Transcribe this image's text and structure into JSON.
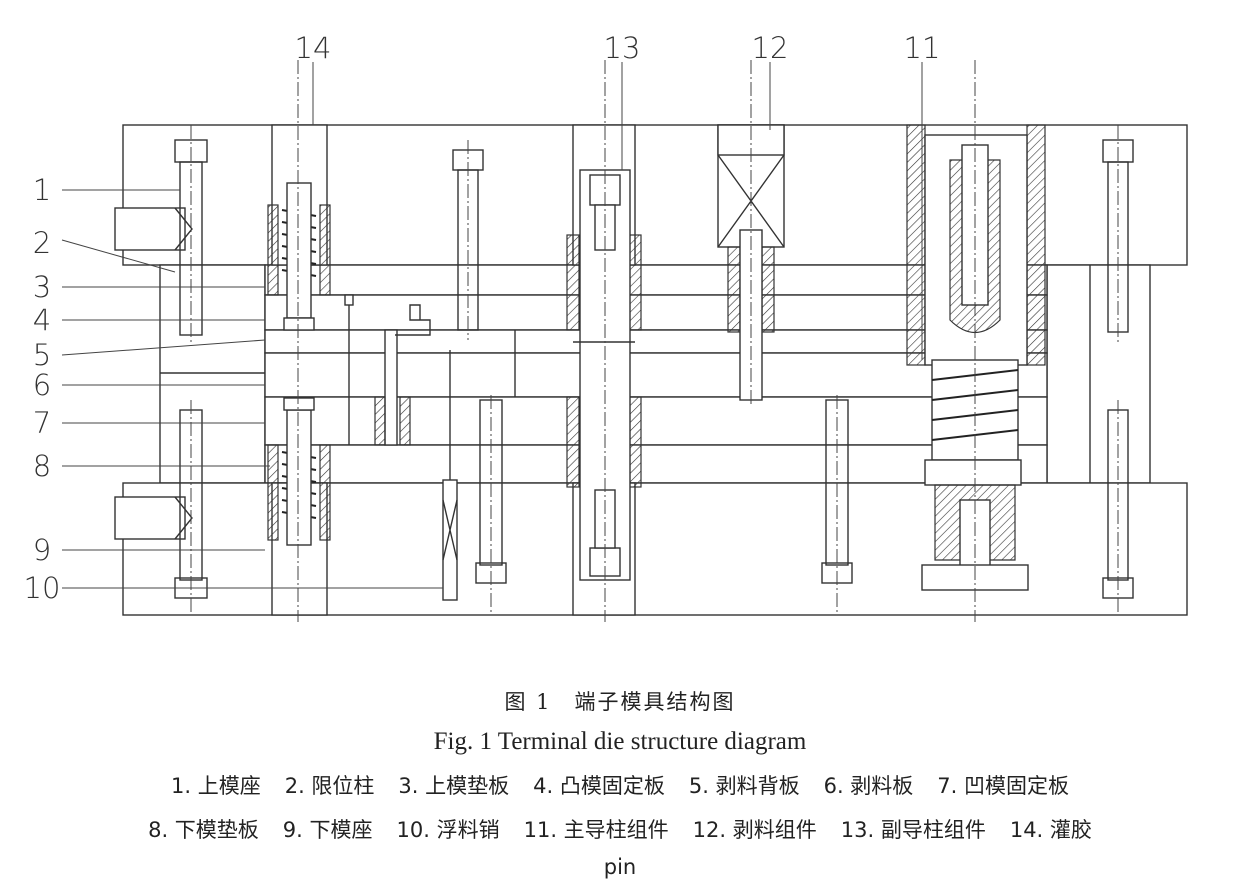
{
  "figure": {
    "callouts_left": [
      "1",
      "2",
      "3",
      "4",
      "5",
      "6",
      "7",
      "8",
      "9",
      "10"
    ],
    "callouts_top": [
      "14",
      "13",
      "12",
      "11"
    ],
    "caption_cn": "图 1　端子模具结构图",
    "caption_en": "Fig. 1  Terminal die structure diagram",
    "legend_row1": [
      "1. 上模座",
      "2. 限位柱",
      "3. 上模垫板",
      "4. 凸模固定板",
      "5. 剥料背板",
      "6. 剥料板",
      "7. 凹模固定板"
    ],
    "legend_row2": [
      "8. 下模垫板",
      "9. 下模座",
      "10. 浮料销",
      "11. 主导柱组件",
      "12. 剥料组件",
      "13. 副导柱组件",
      "14. 灌胶"
    ],
    "legend_row3": "pin"
  }
}
